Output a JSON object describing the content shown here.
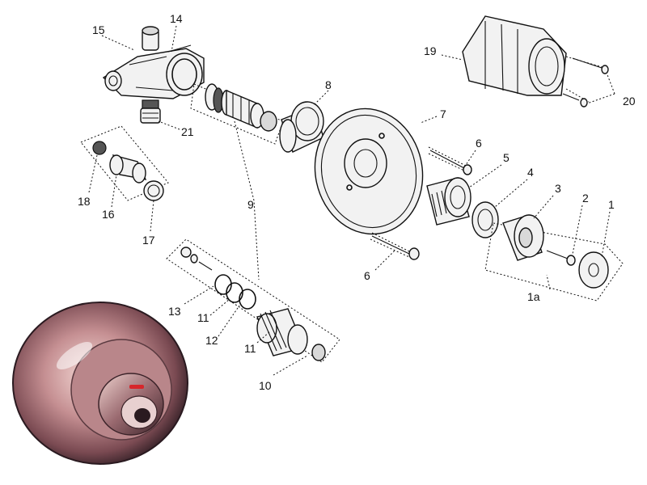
{
  "diagram": {
    "labels": {
      "p1": "1",
      "p1a": "1a",
      "p2": "2",
      "p3": "3",
      "p4": "4",
      "p5": "5",
      "p6a": "6",
      "p6b": "6",
      "p7": "7",
      "p8": "8",
      "p9": "9",
      "p10": "10",
      "p11a": "11",
      "p11b": "11",
      "p12": "12",
      "p13": "13",
      "p14": "14",
      "p15": "15",
      "p16": "16",
      "p17": "17",
      "p18": "18",
      "p19": "19",
      "p20": "20",
      "p21": "21"
    }
  }
}
